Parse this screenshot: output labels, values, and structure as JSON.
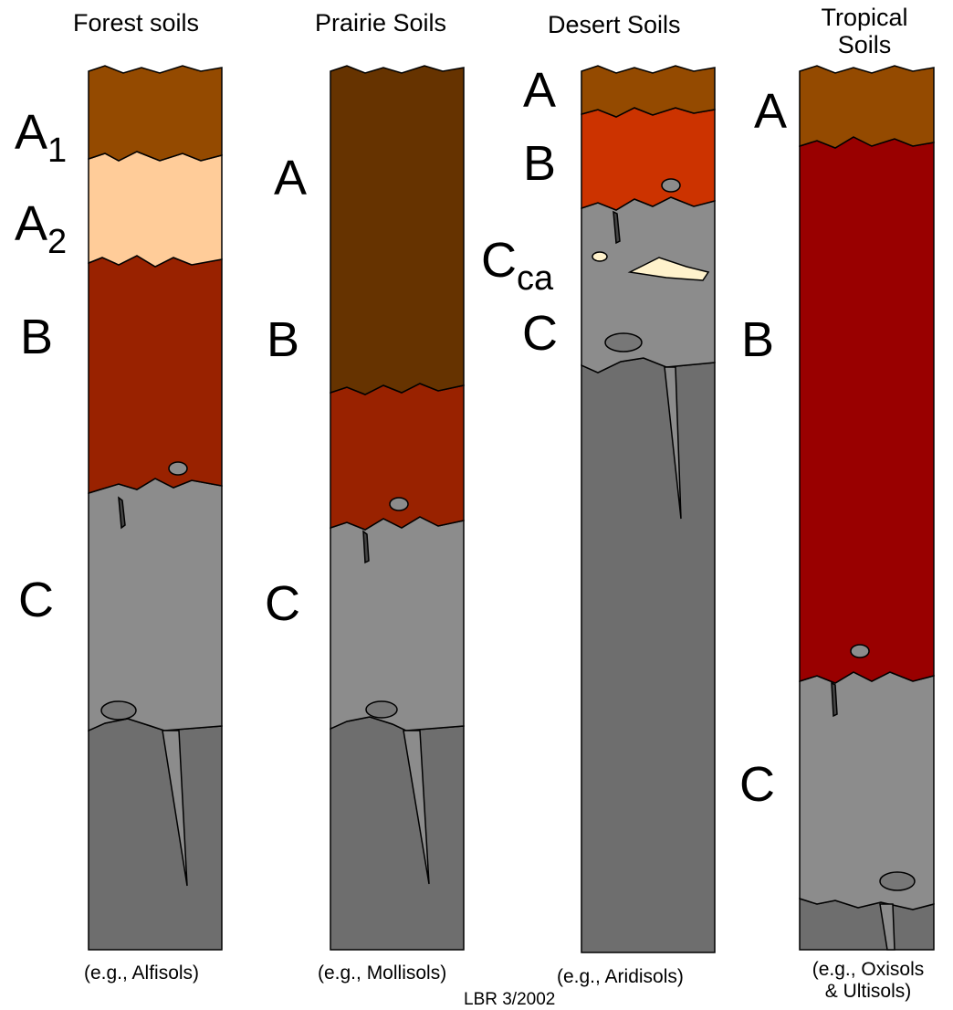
{
  "columns": [
    {
      "title": "Forest soils",
      "horizons": {
        "a1": "A",
        "a1_sub": "1",
        "a2": "A",
        "a2_sub": "2",
        "b": "B",
        "c": "C"
      },
      "example": "(e.g., Alfisols)"
    },
    {
      "title": "Prairie Soils",
      "horizons": {
        "a": "A",
        "b": "B",
        "c": "C"
      },
      "example": "(e.g., Mollisols)"
    },
    {
      "title": "Desert Soils",
      "horizons": {
        "a": "A",
        "b": "B",
        "cca": "C",
        "cca_sub": "ca",
        "c": "C"
      },
      "example": "(e.g., Aridisols)"
    },
    {
      "title": "Tropical Soils",
      "horizons": {
        "a": "A",
        "b": "B",
        "c": "C"
      },
      "example_line1": "(e.g., Oxisols",
      "example_line2": "& Ultisols)"
    }
  ],
  "signature": "LBR 3/2002",
  "colors": {
    "forest_a1": "#944a00",
    "forest_a2": "#ffcc99",
    "forest_b": "#992200",
    "prairie_a": "#663300",
    "prairie_b": "#992200",
    "desert_a": "#944a00",
    "desert_b": "#cc3300",
    "tropical_a": "#944a00",
    "tropical_b": "#990000",
    "c_horizon": "#8c8c8c",
    "bedrock": "#6e6e6e",
    "caliche": "#fff2cc",
    "outline": "#000000"
  }
}
